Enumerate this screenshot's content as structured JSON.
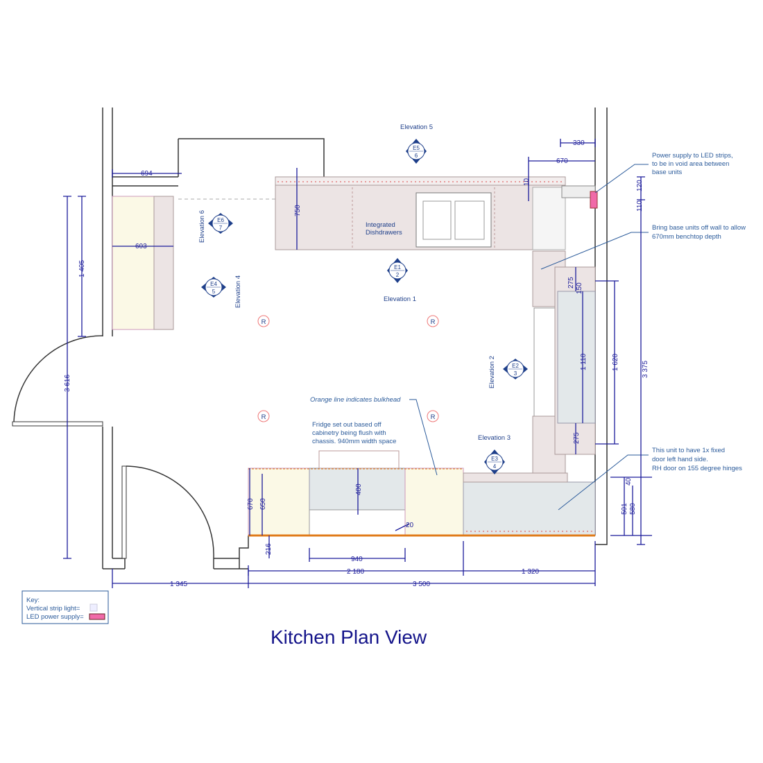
{
  "title": "Kitchen Plan View",
  "elevations": {
    "e1": "Elevation 1",
    "e2": "Elevation 2",
    "e3": "Elevation 3",
    "e4": "Elevation 4",
    "e5": "Elevation 5",
    "e6": "Elevation 6"
  },
  "markers": {
    "e1": {
      "code": "E1",
      "num": "2"
    },
    "e2": {
      "code": "E2",
      "num": "3"
    },
    "e3": {
      "code": "E3",
      "num": "4"
    },
    "e4": {
      "code": "E4",
      "num": "5"
    },
    "e5": {
      "code": "E5",
      "num": "6"
    },
    "e6": {
      "code": "E6",
      "num": "7"
    }
  },
  "labels": {
    "dishdrawers_1": "Integrated",
    "dishdrawers_2": "Dishdrawers",
    "light_symbol": "R"
  },
  "notes": {
    "power_1": "Power supply to LED strips,",
    "power_2": " to be in void area between",
    "power_3": "base units",
    "bring_1": "Bring base units off wall to allow",
    "bring_2": "670mm benchtop depth",
    "bulkhead": "Orange line indicates bulkhead",
    "fridge_1": "Fridge set out based off",
    "fridge_2": "cabinetry being flush with",
    "fridge_3": "chassis. 940mm width space",
    "unit_1": "This unit to have 1x fixed",
    "unit_2": "door left hand side.",
    "unit_3": "RH door on 155 degree hinges"
  },
  "dimensions": {
    "d330": "330",
    "d670_top": "670",
    "d10": "10",
    "d120": "120",
    "d110": "110",
    "d694": "694",
    "d750": "750",
    "d603": "603",
    "d1405": "1 405",
    "d3616": "3 616",
    "d275a": "275",
    "d150": "150",
    "d1110": "1 110",
    "d1620": "1 620",
    "d3375": "3 375",
    "d275b": "275",
    "d400": "400",
    "d670_left": "670",
    "d650": "650",
    "d20": "20",
    "d216": "216",
    "d940": "940",
    "d2180": "2 180",
    "d1320": "1 320",
    "d1345": "1 345",
    "d3500": "3 500",
    "d501": "501",
    "d40": "40",
    "d580": "580"
  },
  "key": {
    "heading": "Key:",
    "strip_light": "Vertical strip light=",
    "power_supply": "LED power supply=",
    "power_color": "#f06aa8"
  }
}
